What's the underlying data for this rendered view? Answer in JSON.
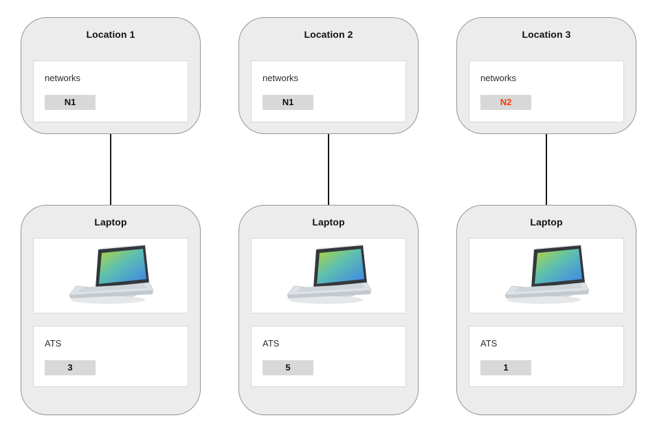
{
  "colors": {
    "node_fill": "#ececec",
    "node_border": "#949494",
    "panel_bg": "#ffffff",
    "panel_border": "#d7d7d7",
    "badge_bg": "#d8d8d8",
    "text_dark": "#111111",
    "text_label": "#2b2b2b",
    "alert_red": "#ff3700",
    "connector": "#161616"
  },
  "columns": [
    {
      "location": {
        "title": "Location 1",
        "field_label": "networks",
        "badge": "N1",
        "badge_alert": false
      },
      "device": {
        "title": "Laptop",
        "icon": "laptop-icon",
        "field_label": "ATS",
        "badge": "3"
      }
    },
    {
      "location": {
        "title": "Location 2",
        "field_label": "networks",
        "badge": "N1",
        "badge_alert": false
      },
      "device": {
        "title": "Laptop",
        "icon": "laptop-icon",
        "field_label": "ATS",
        "badge": "5"
      }
    },
    {
      "location": {
        "title": "Location 3",
        "field_label": "networks",
        "badge": "N2",
        "badge_alert": true
      },
      "device": {
        "title": "Laptop",
        "icon": "laptop-icon",
        "field_label": "ATS",
        "badge": "1"
      }
    }
  ]
}
